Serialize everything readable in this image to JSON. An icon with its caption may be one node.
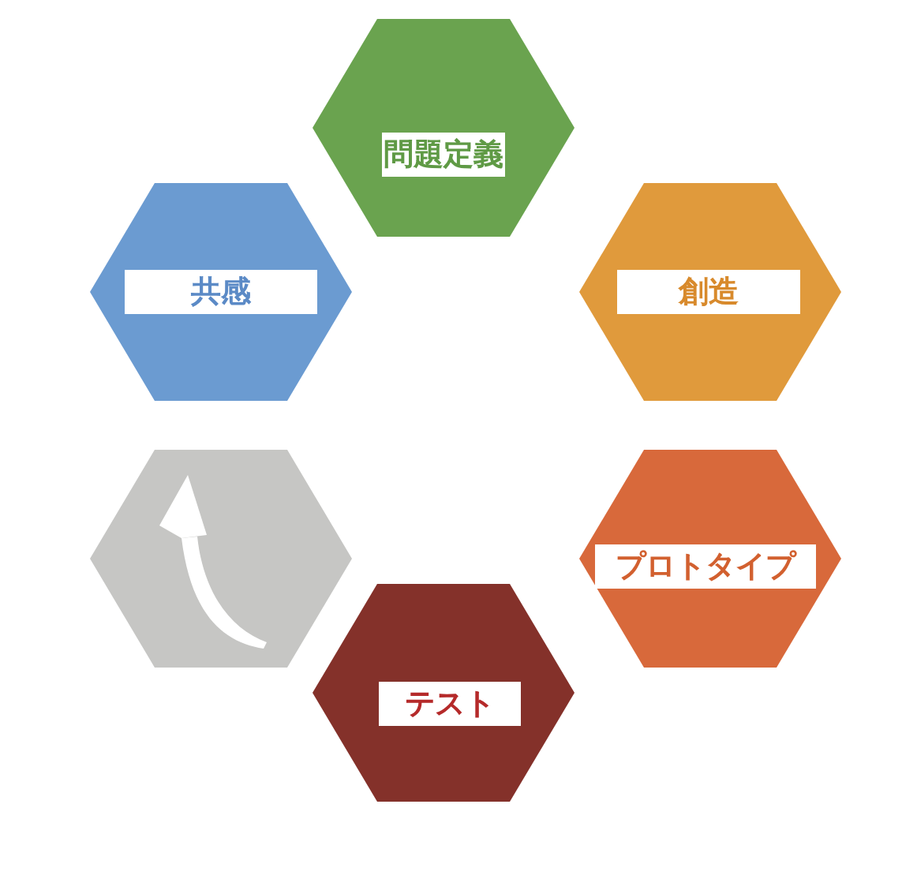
{
  "diagram": {
    "nodes": [
      {
        "text": [
          "問題定義"
        ]
      },
      {
        "text": [
          "共感"
        ]
      },
      {
        "text": [
          "創造"
        ]
      },
      {
        "text": [],
        "shape": "hexagon"
      },
      {
        "text": [
          "プロトタイプ"
        ]
      },
      {
        "text": [
          "テスト"
        ]
      }
    ]
  }
}
